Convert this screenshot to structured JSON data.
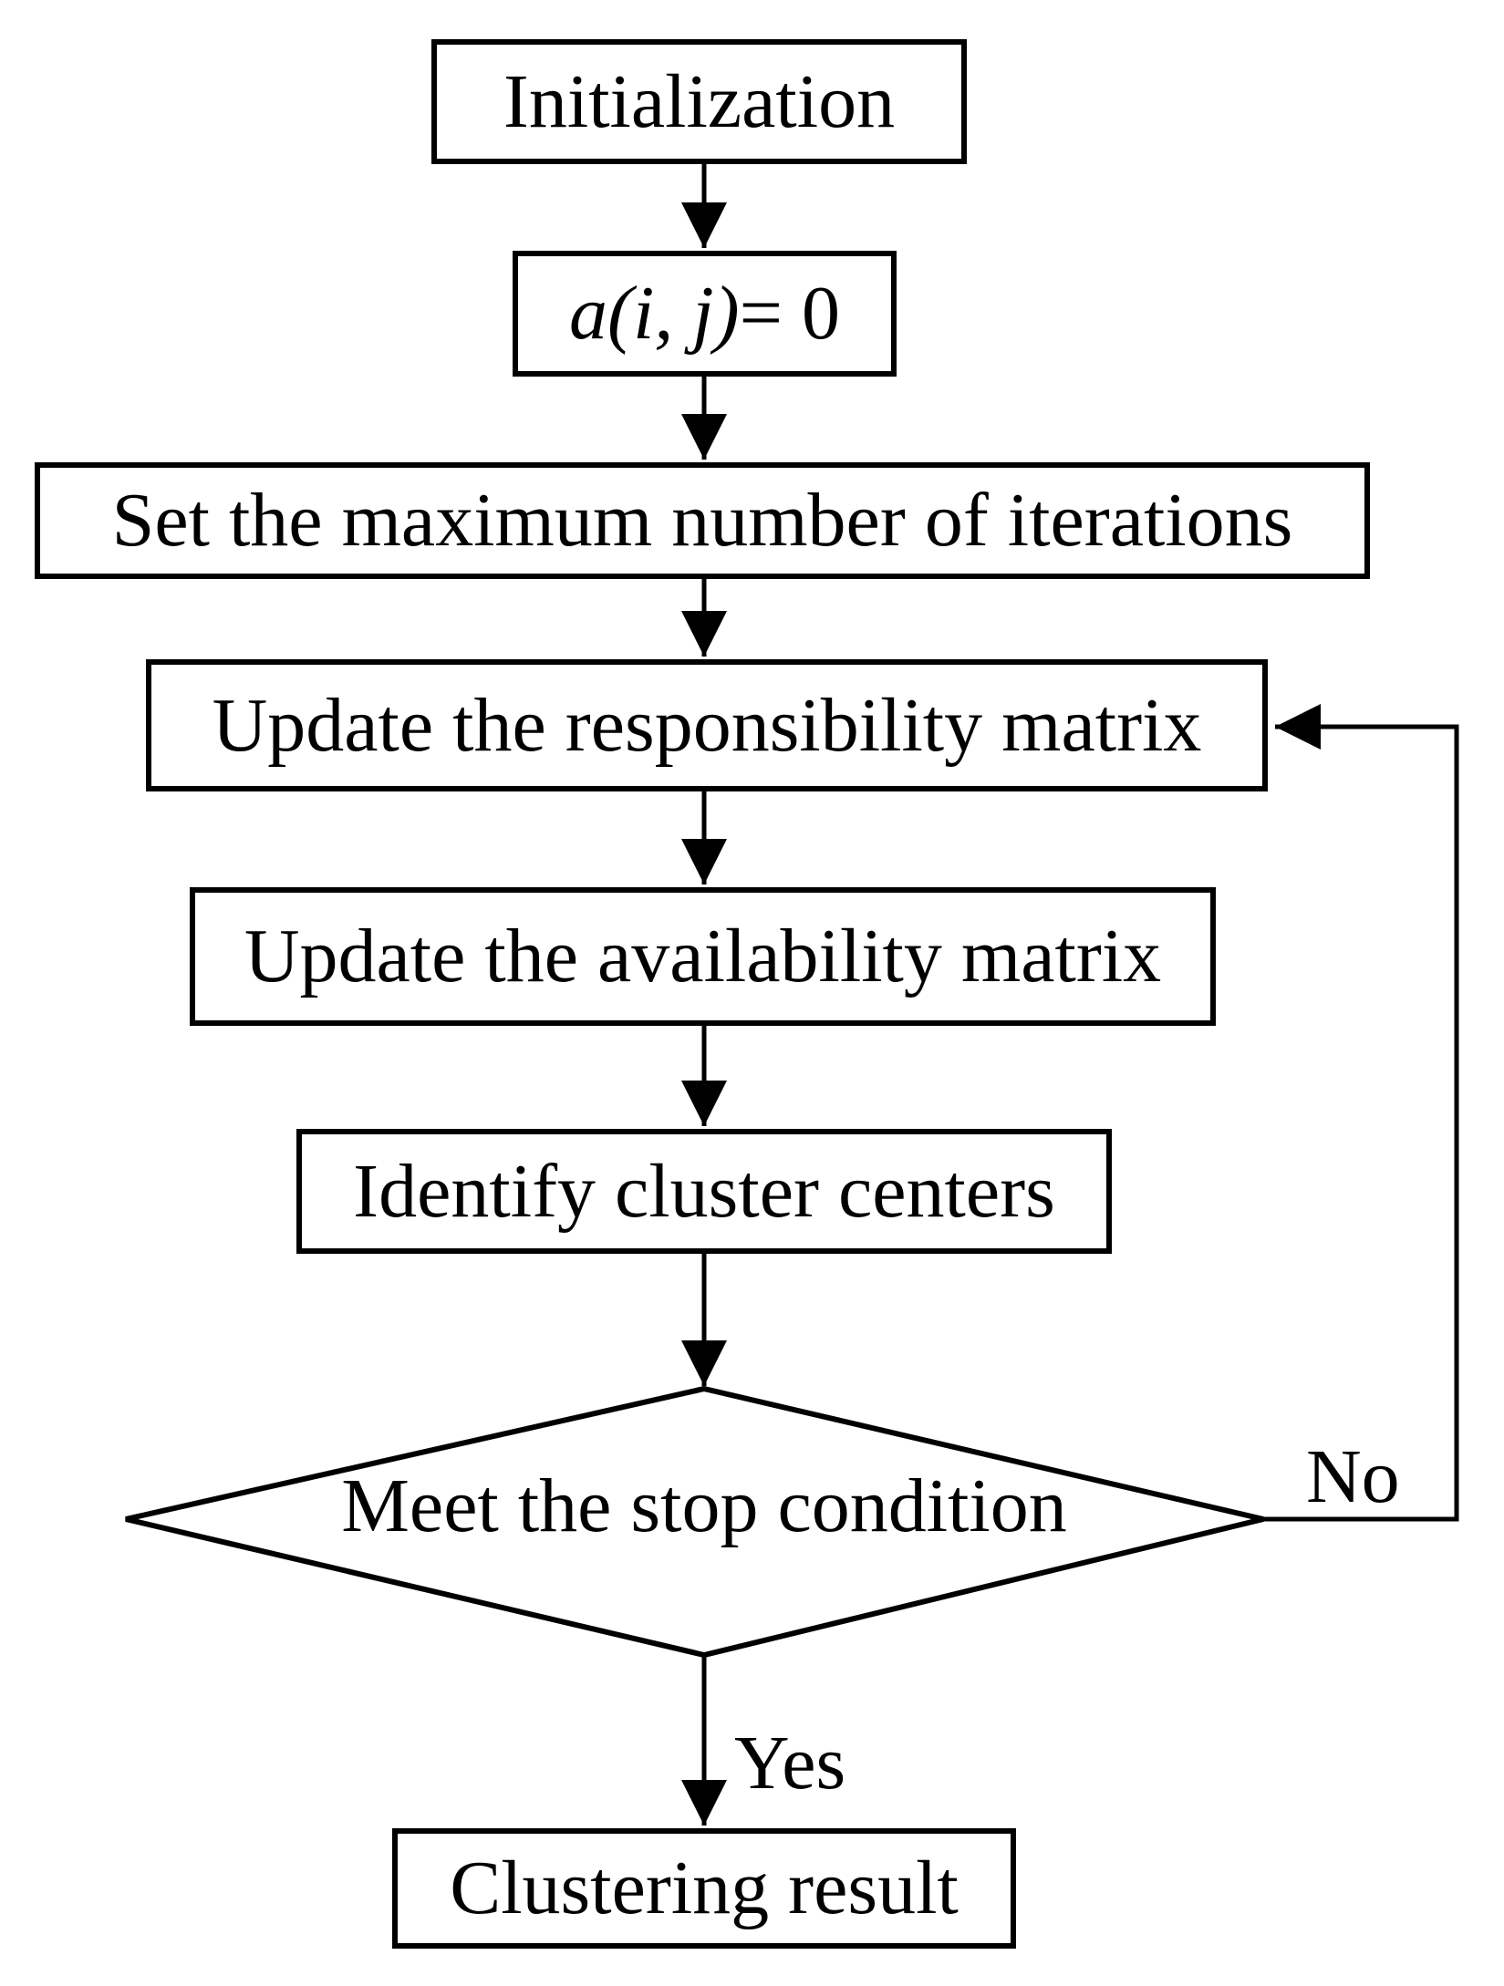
{
  "diagram": {
    "type": "flowchart",
    "colors": {
      "stroke": "#000000",
      "fill": "#ffffff",
      "text": "#000000"
    },
    "nodes": [
      {
        "id": "initialization",
        "shape": "rect",
        "label": "Initialization"
      },
      {
        "id": "availability-init",
        "shape": "rect",
        "label_math": "a(i, j)",
        "label_eq": " = 0"
      },
      {
        "id": "set-max-iterations",
        "shape": "rect",
        "label": "Set the maximum number of iterations"
      },
      {
        "id": "update-responsibility",
        "shape": "rect",
        "label": "Update the responsibility matrix"
      },
      {
        "id": "update-availability",
        "shape": "rect",
        "label": "Update the availability matrix"
      },
      {
        "id": "identify-cluster-centers",
        "shape": "rect",
        "label": "Identify cluster centers"
      },
      {
        "id": "stop-condition",
        "shape": "diamond",
        "label": "Meet the stop condition"
      },
      {
        "id": "clustering-result",
        "shape": "rect",
        "label": "Clustering result"
      }
    ],
    "edges": [
      {
        "from": "initialization",
        "to": "availability-init",
        "label": ""
      },
      {
        "from": "availability-init",
        "to": "set-max-iterations",
        "label": ""
      },
      {
        "from": "set-max-iterations",
        "to": "update-responsibility",
        "label": ""
      },
      {
        "from": "update-responsibility",
        "to": "update-availability",
        "label": ""
      },
      {
        "from": "update-availability",
        "to": "identify-cluster-centers",
        "label": ""
      },
      {
        "from": "identify-cluster-centers",
        "to": "stop-condition",
        "label": ""
      },
      {
        "from": "stop-condition",
        "to": "clustering-result",
        "label": "Yes"
      },
      {
        "from": "stop-condition",
        "to": "update-responsibility",
        "label": "No"
      }
    ],
    "edge_labels": {
      "yes": "Yes",
      "no": "No"
    }
  }
}
